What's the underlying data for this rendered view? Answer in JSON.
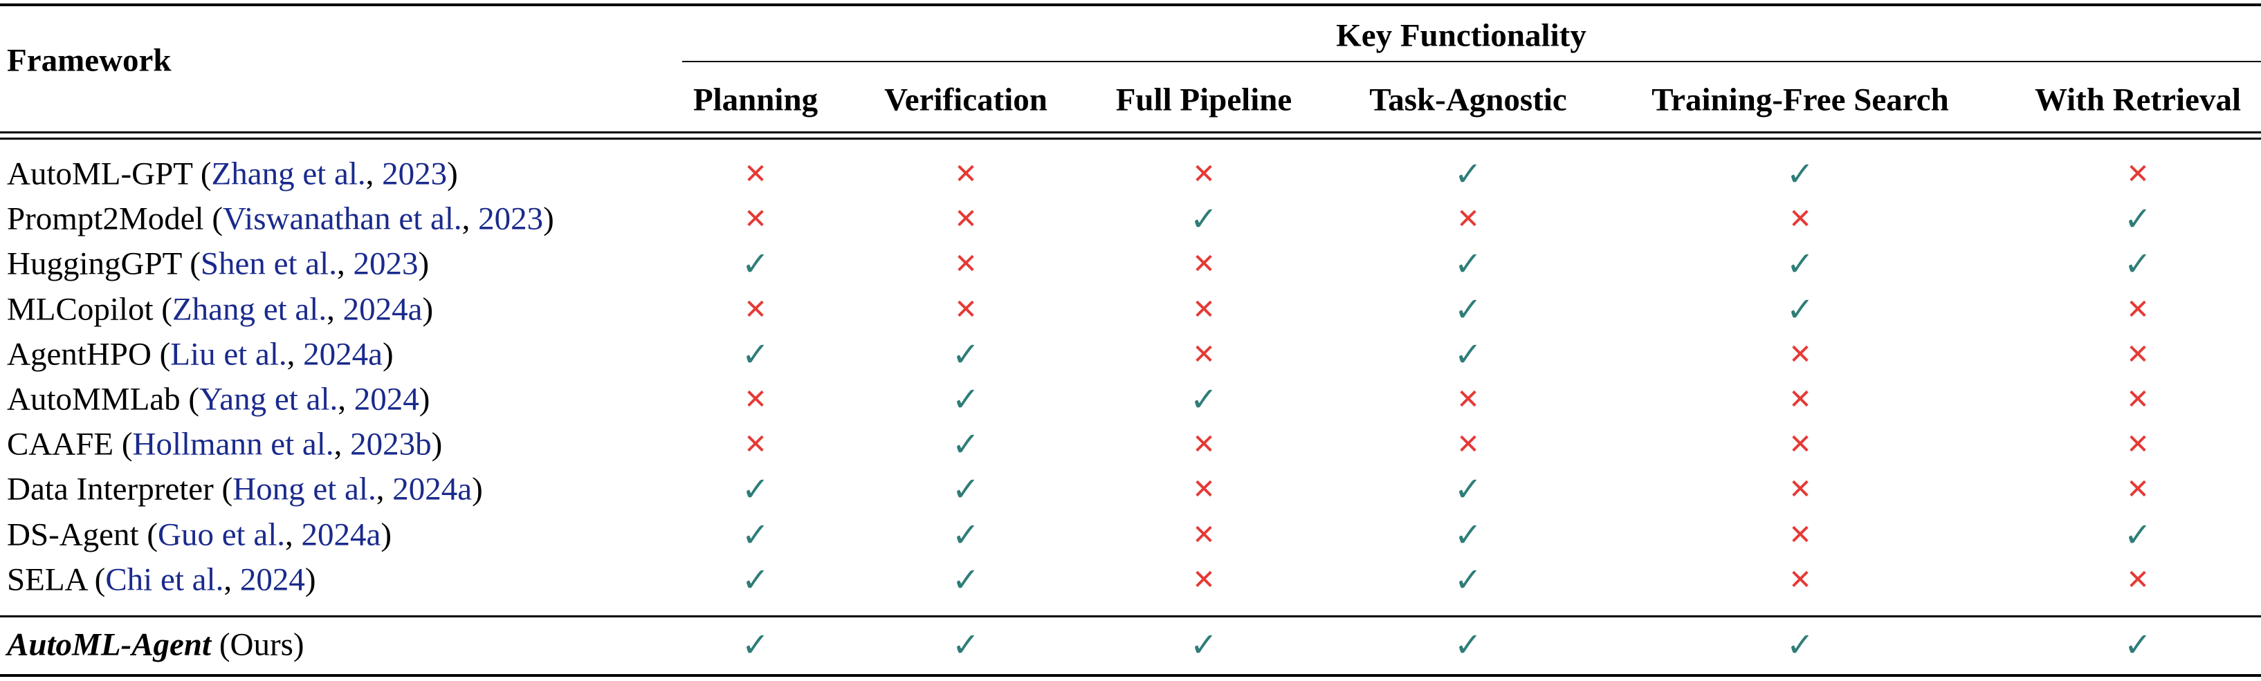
{
  "table": {
    "framework_header": "Framework",
    "group_header": "Key Functionality",
    "columns": [
      "Planning",
      "Verification",
      "Full Pipeline",
      "Task-Agnostic",
      "Training-Free Search",
      "With Retrieval"
    ],
    "yes_symbol": "✓",
    "no_symbol": "✕",
    "yes_color": "#2e7d78",
    "no_color": "#e53935",
    "citation_color": "#1a2a8c",
    "rows": [
      {
        "name": "AutoML-GPT",
        "cite_author": "Zhang et al.",
        "cite_year": "2023",
        "features": [
          false,
          false,
          false,
          true,
          true,
          false
        ]
      },
      {
        "name": "Prompt2Model",
        "cite_author": "Viswanathan et al.",
        "cite_year": "2023",
        "features": [
          false,
          false,
          true,
          false,
          false,
          true
        ]
      },
      {
        "name": "HuggingGPT",
        "cite_author": "Shen et al.",
        "cite_year": "2023",
        "features": [
          true,
          false,
          false,
          true,
          true,
          true
        ]
      },
      {
        "name": "MLCopilot",
        "cite_author": "Zhang et al.",
        "cite_year": "2024a",
        "features": [
          false,
          false,
          false,
          true,
          true,
          false
        ]
      },
      {
        "name": "AgentHPO",
        "cite_author": "Liu et al.",
        "cite_year": "2024a",
        "features": [
          true,
          true,
          false,
          true,
          false,
          false
        ]
      },
      {
        "name": "AutoMMLab",
        "cite_author": "Yang et al.",
        "cite_year": "2024",
        "features": [
          false,
          true,
          true,
          false,
          false,
          false
        ]
      },
      {
        "name": "CAAFE",
        "cite_author": "Hollmann et al.",
        "cite_year": "2023b",
        "features": [
          false,
          true,
          false,
          false,
          false,
          false
        ]
      },
      {
        "name": "Data Interpreter",
        "cite_author": "Hong et al.",
        "cite_year": "2024a",
        "features": [
          true,
          true,
          false,
          true,
          false,
          false
        ]
      },
      {
        "name": "DS-Agent",
        "cite_author": "Guo et al.",
        "cite_year": "2024a",
        "features": [
          true,
          true,
          false,
          true,
          false,
          true
        ]
      },
      {
        "name": "SELA",
        "cite_author": "Chi et al.",
        "cite_year": "2024",
        "features": [
          true,
          true,
          false,
          true,
          false,
          false
        ]
      }
    ],
    "ours": {
      "name": "AutoML-Agent",
      "suffix": "(Ours)",
      "features": [
        true,
        true,
        true,
        true,
        true,
        true
      ]
    }
  }
}
